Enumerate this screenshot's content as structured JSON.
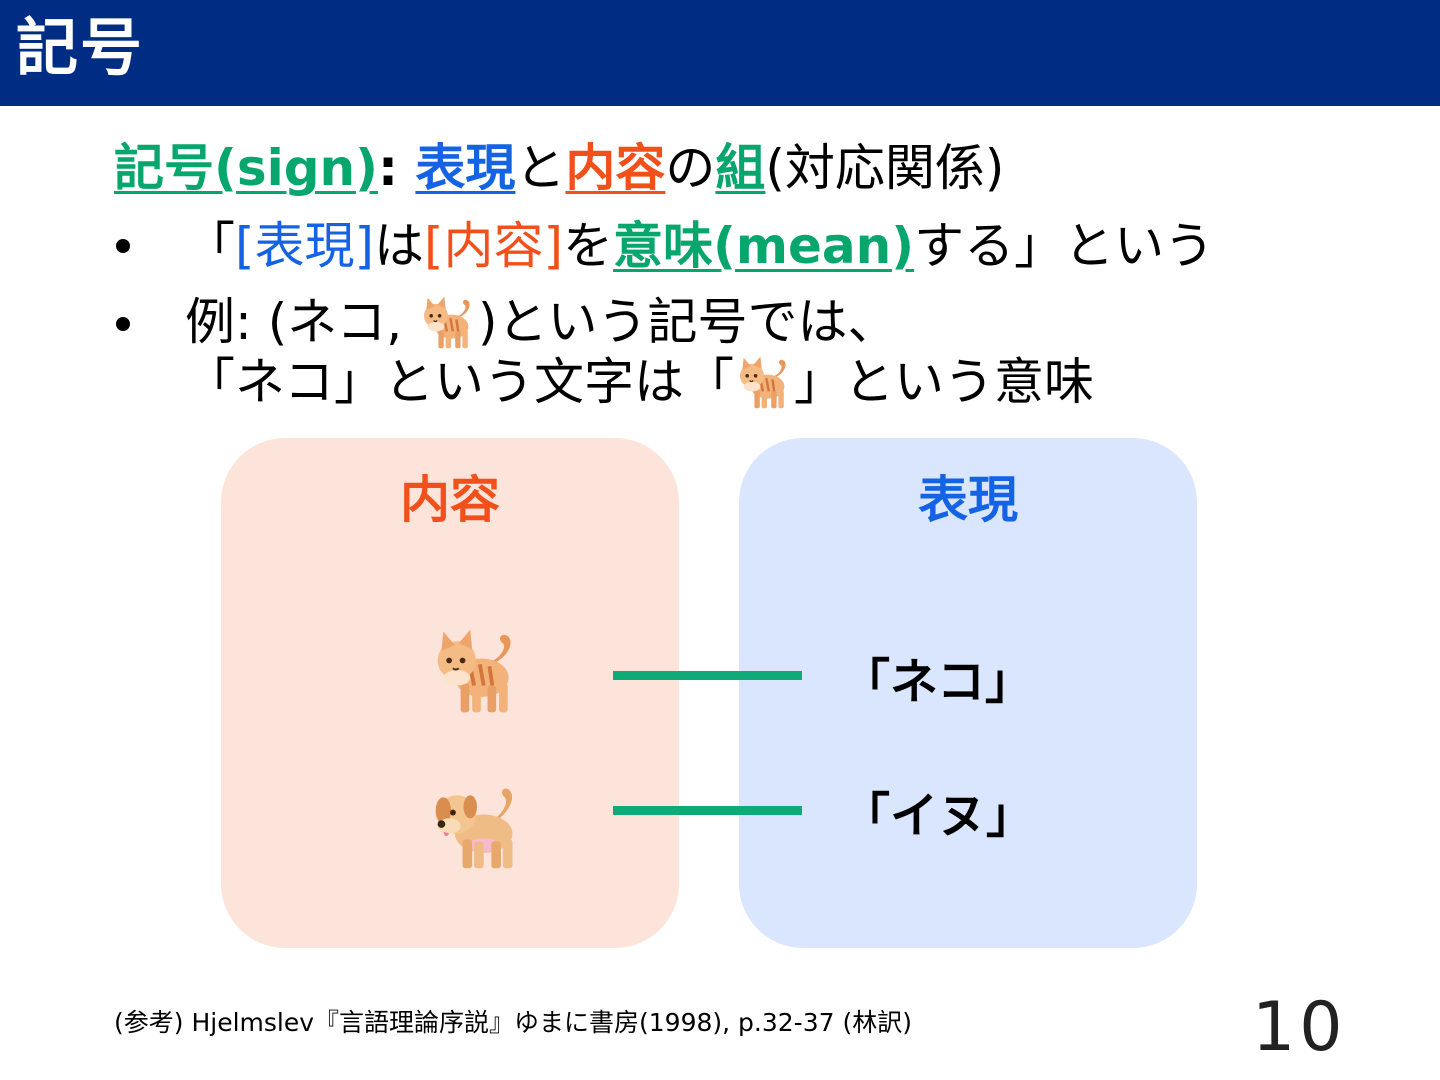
{
  "header": {
    "title": "記号"
  },
  "definition": {
    "term": "記号(sign)",
    "colon": ": ",
    "expression": "表現",
    "particle_to": "と",
    "content": "内容",
    "particle_no": "の",
    "pair": "組",
    "paren_note": "(対応関係)"
  },
  "bullet1": {
    "open_quote": "「",
    "expression_bracket": "[表現]",
    "particle_ha": "は",
    "content_bracket": "[内容]",
    "particle_wo": "を",
    "mean": "意味(mean)",
    "tail": "する」という"
  },
  "bullet2": {
    "line1_prefix": "例: (ネコ, ",
    "line1_suffix": ")という記号では、",
    "line2_prefix": "「ネコ」という文字は「",
    "line2_suffix": "」という意味"
  },
  "diagram": {
    "content_title": "内容",
    "expression_title": "表現",
    "pairs": [
      {
        "animal": "cat-emoji",
        "term": "「ネコ」"
      },
      {
        "animal": "dog-emoji",
        "term": "「イヌ」"
      }
    ]
  },
  "reference": "(参考) Hjelmslev『言語理論序説』ゆまに書房(1998), p.32-37 (林訳)",
  "page_number": "10",
  "colors": {
    "header": "#002d84",
    "green": "#07a66d",
    "blue": "#1463e4",
    "orange": "#f2501b",
    "content_panel": "#fde4db",
    "expression_panel": "#d9e6fd",
    "connector": "#10a978"
  }
}
